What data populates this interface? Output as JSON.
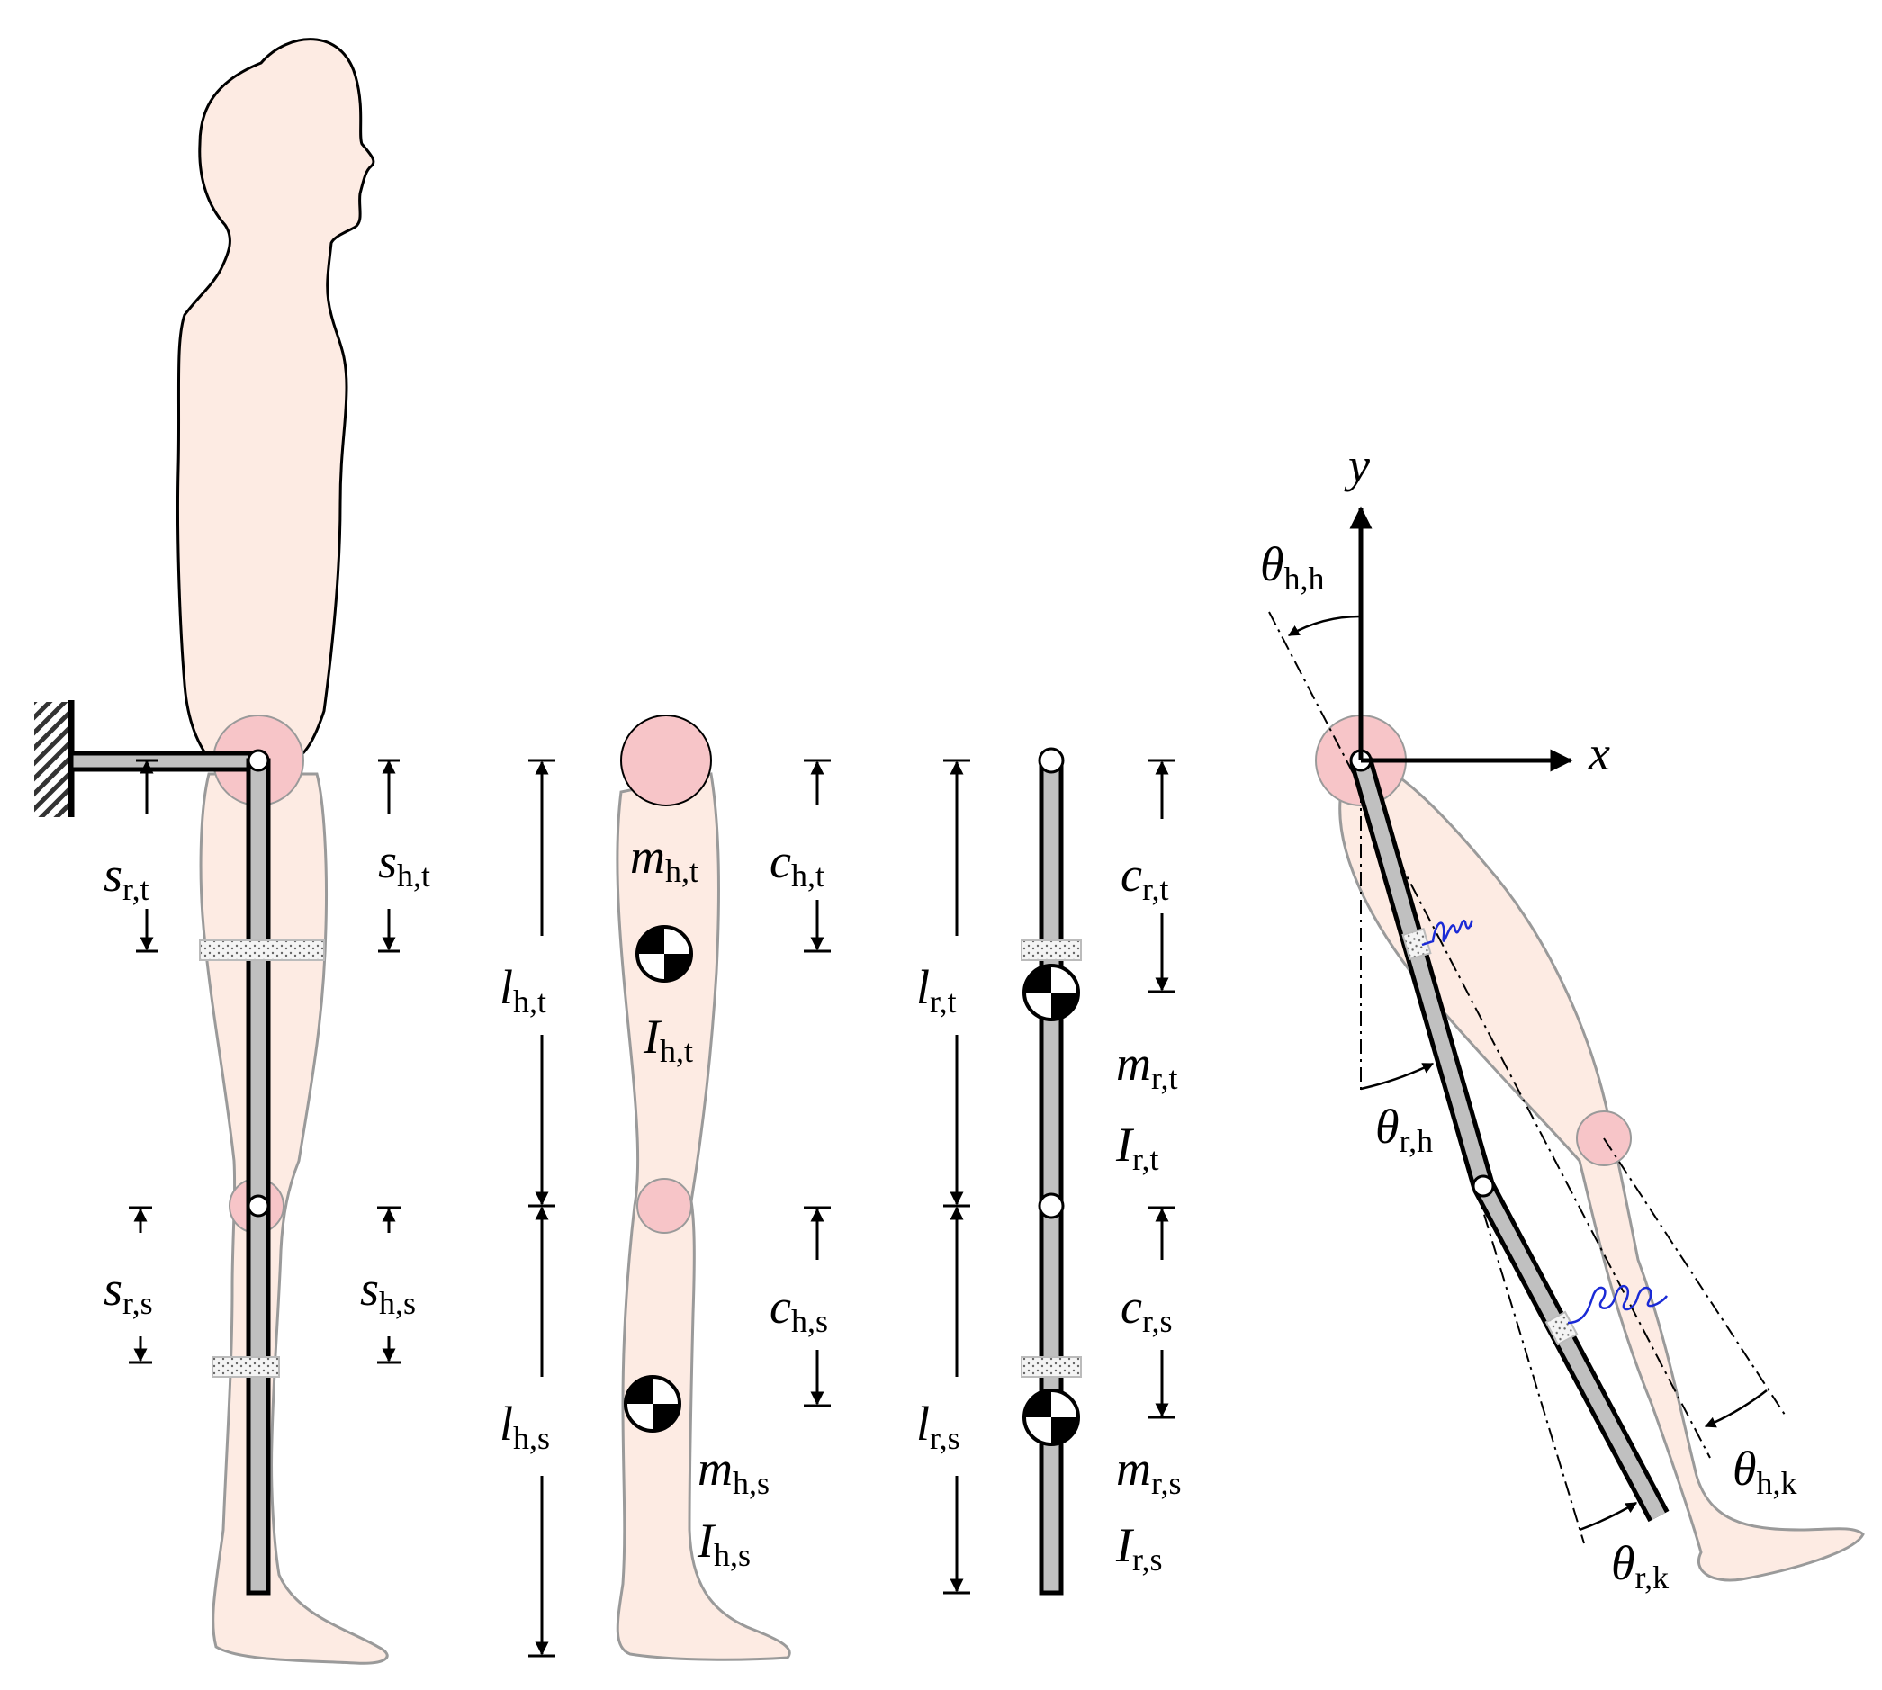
{
  "colors": {
    "skin": "#fdebe3",
    "skin_outline": "#9a9a9a",
    "joint": "#f7c5c8",
    "rod": "#c0c0c0",
    "rod_outline": "#000000",
    "spring": "#1a2ad6"
  },
  "labels": {
    "s_rt": {
      "sym": "s",
      "sub": "r,t"
    },
    "s_ht": {
      "sym": "s",
      "sub": "h,t"
    },
    "s_rs": {
      "sym": "s",
      "sub": "r,s"
    },
    "s_hs": {
      "sym": "s",
      "sub": "h,s"
    },
    "l_ht": {
      "sym": "l",
      "sub": "h,t"
    },
    "l_hs": {
      "sym": "l",
      "sub": "h,s"
    },
    "m_ht": {
      "sym": "m",
      "sub": "h,t"
    },
    "I_ht": {
      "sym": "I",
      "sub": "h,t"
    },
    "m_hs": {
      "sym": "m",
      "sub": "h,s"
    },
    "I_hs": {
      "sym": "I",
      "sub": "h,s"
    },
    "c_ht": {
      "sym": "c",
      "sub": "h,t"
    },
    "c_hs": {
      "sym": "c",
      "sub": "h,s"
    },
    "l_rt": {
      "sym": "l",
      "sub": "r,t"
    },
    "l_rs": {
      "sym": "l",
      "sub": "r,s"
    },
    "c_rt": {
      "sym": "c",
      "sub": "r,t"
    },
    "c_rs": {
      "sym": "c",
      "sub": "r,s"
    },
    "m_rt": {
      "sym": "m",
      "sub": "r,t"
    },
    "I_rt": {
      "sym": "I",
      "sub": "r,t"
    },
    "m_rs": {
      "sym": "m",
      "sub": "r,s"
    },
    "I_rs": {
      "sym": "I",
      "sub": "r,s"
    },
    "axis_y": {
      "sym": "y",
      "sub": ""
    },
    "axis_x": {
      "sym": "x",
      "sub": ""
    },
    "theta_hh": {
      "sym": "θ",
      "sub": "h,h"
    },
    "theta_rh": {
      "sym": "θ",
      "sub": "r,h"
    },
    "theta_hk": {
      "sym": "θ",
      "sub": "h,k"
    },
    "theta_rk": {
      "sym": "θ",
      "sub": "r,k"
    }
  }
}
